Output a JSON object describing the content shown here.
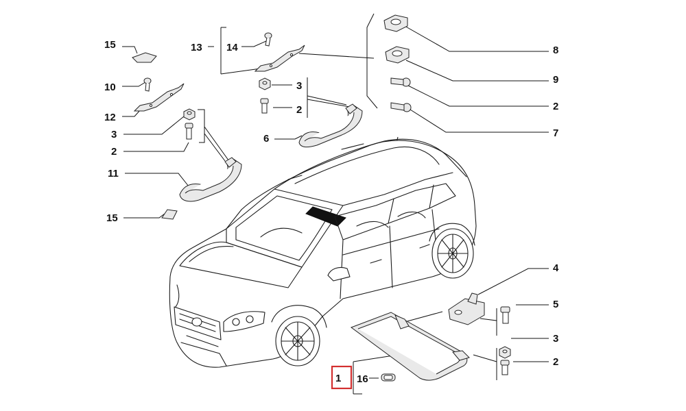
{
  "diagram": {
    "callouts": [
      {
        "id": "c15a",
        "text": "15"
      },
      {
        "id": "c13",
        "text": "13"
      },
      {
        "id": "c14",
        "text": "14"
      },
      {
        "id": "c10",
        "text": "10"
      },
      {
        "id": "c12",
        "text": "12"
      },
      {
        "id": "c3a",
        "text": "3"
      },
      {
        "id": "c2a",
        "text": "2"
      },
      {
        "id": "c11",
        "text": "11"
      },
      {
        "id": "c15b",
        "text": "15"
      },
      {
        "id": "c3b",
        "text": "3"
      },
      {
        "id": "c2b",
        "text": "2"
      },
      {
        "id": "c6",
        "text": "6"
      },
      {
        "id": "c8",
        "text": "8"
      },
      {
        "id": "c9",
        "text": "9"
      },
      {
        "id": "c2c",
        "text": "2"
      },
      {
        "id": "c7",
        "text": "7"
      },
      {
        "id": "c4",
        "text": "4"
      },
      {
        "id": "c5",
        "text": "5"
      },
      {
        "id": "c3c",
        "text": "3"
      },
      {
        "id": "c2d",
        "text": "2"
      },
      {
        "id": "c1",
        "text": "1"
      },
      {
        "id": "c16",
        "text": "16"
      }
    ],
    "highlighted_callout": "1",
    "highlight_color": "#d32f2f",
    "line_color": "#111111"
  }
}
